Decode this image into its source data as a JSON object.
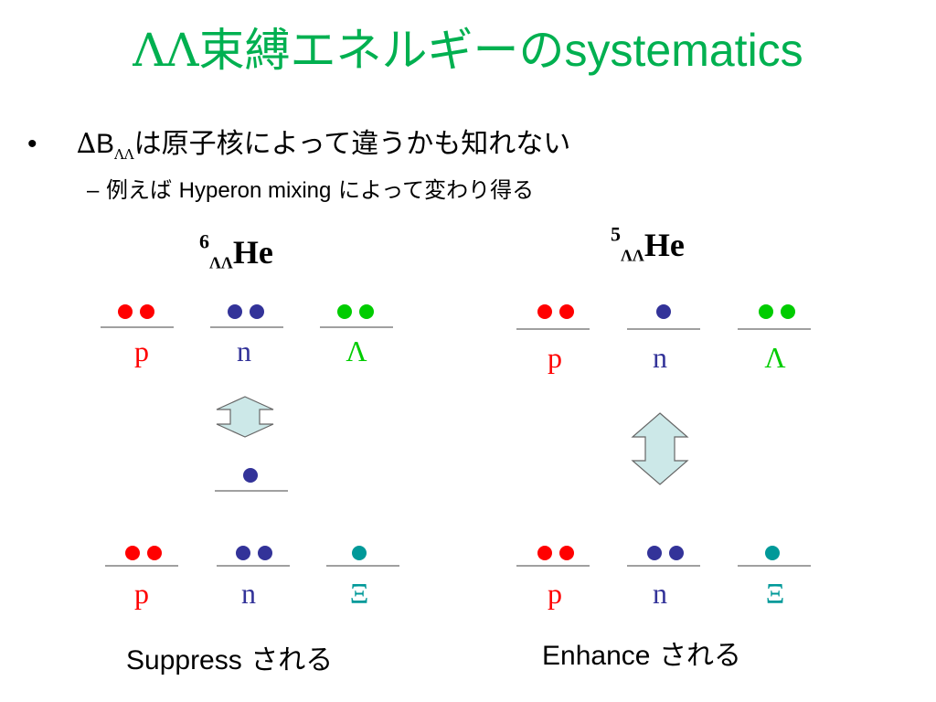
{
  "title": {
    "greek": "ΛΛ",
    "japanese": "束縛エネルギーの",
    "english": "systematics"
  },
  "bullet": {
    "marker": "•",
    "delta": "∆",
    "b": "B",
    "sub": "ΛΛ",
    "text": "は原子核によって違うかも知れない"
  },
  "sub_bullet": {
    "marker": "–",
    "text_a": "例えば ",
    "text_en": "Hyperon mixing",
    "text_b": " によって変わり得る"
  },
  "nuclei": [
    {
      "mass": "6",
      "sub": "ΛΛ",
      "element": "He"
    },
    {
      "mass": "5",
      "sub": "ΛΛ",
      "element": "He"
    }
  ],
  "labels": {
    "p": "p",
    "n": "n",
    "lambda": "Λ",
    "xi": "Ξ"
  },
  "captions": [
    {
      "en": "Suppress",
      "ja": " される"
    },
    {
      "en": "Enhance",
      "ja": " される"
    }
  ],
  "colors": {
    "title": "#00b050",
    "proton": "#ff0000",
    "neutron": "#333399",
    "lambda_particle": "#00cc00",
    "xi_particle": "#009999",
    "arrow_fill": "#cce8e8"
  }
}
